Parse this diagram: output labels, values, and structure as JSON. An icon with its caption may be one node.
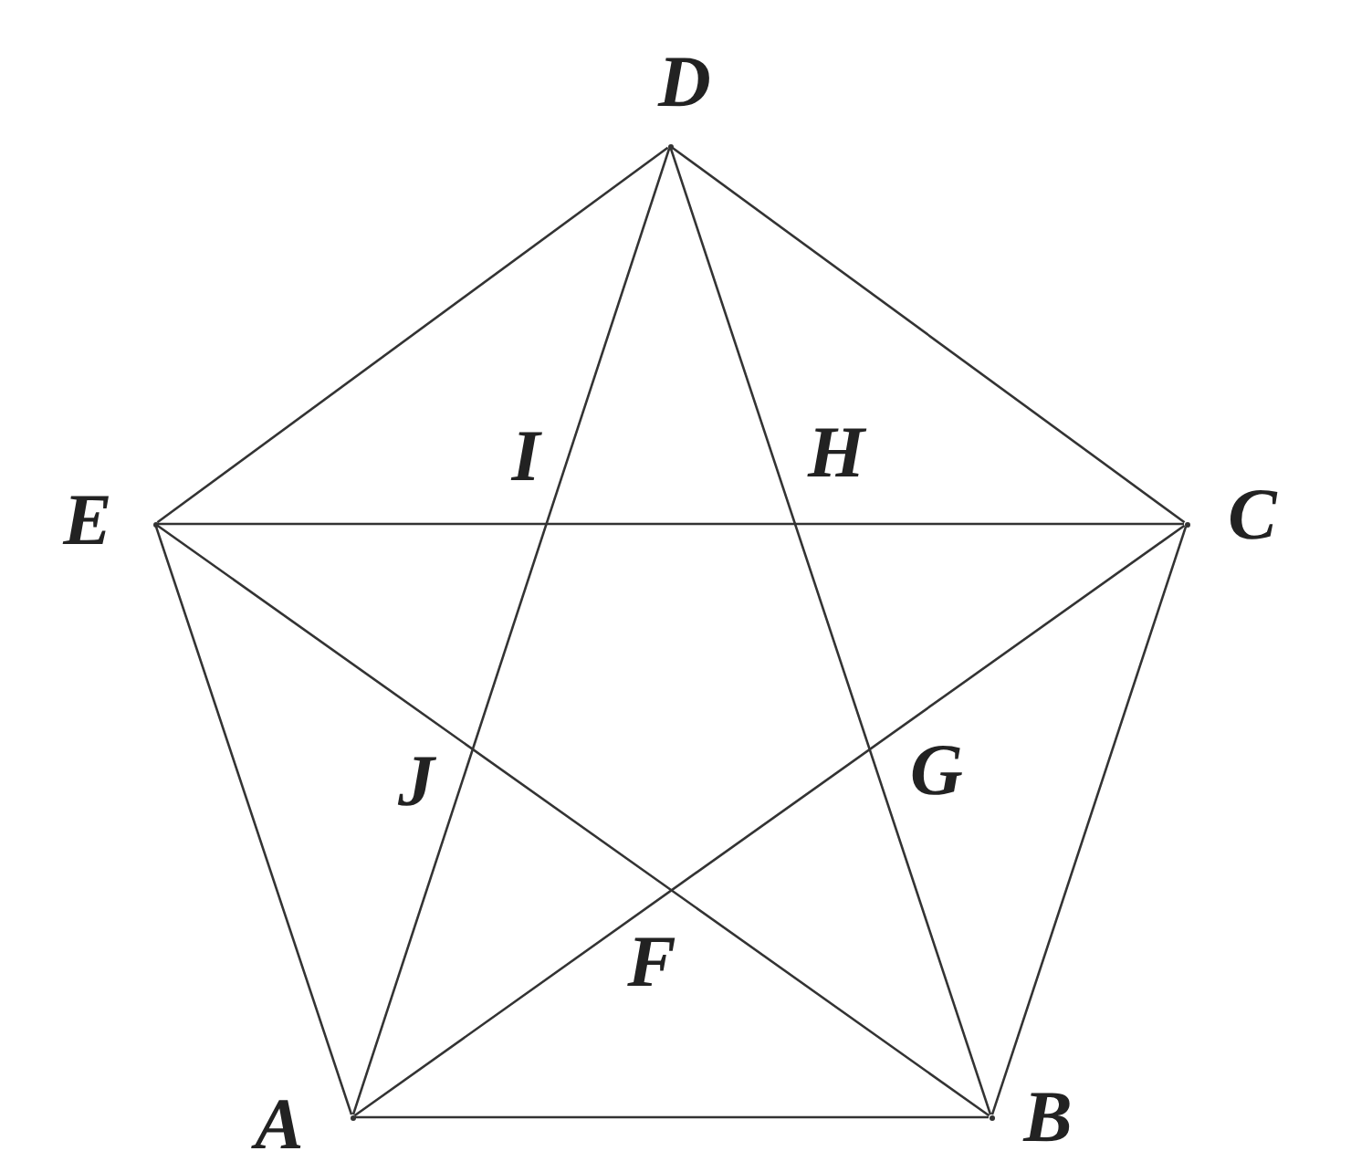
{
  "diagram": {
    "nodes": [
      {
        "text": [],
        "shape": "point",
        "beside": [
          "D"
        ]
      },
      {
        "text": [],
        "shape": "point",
        "beside": [
          "E"
        ]
      },
      {
        "text": [],
        "shape": "point",
        "beside": [
          "C"
        ]
      },
      {
        "text": [],
        "shape": "point",
        "beside": [
          "A"
        ]
      },
      {
        "text": [],
        "shape": "point",
        "beside": [
          "B"
        ]
      }
    ],
    "edges": [
      {
        "from": 0,
        "to": 1,
        "arrow": "none"
      },
      {
        "from": 0,
        "to": 2,
        "arrow": "none"
      },
      {
        "from": 1,
        "to": 2,
        "arrow": "none"
      },
      {
        "from": 1,
        "to": 3,
        "arrow": "none"
      },
      {
        "from": 1,
        "to": 4,
        "arrow": "none"
      },
      {
        "from": 0,
        "to": 3,
        "arrow": "none"
      },
      {
        "from": 0,
        "to": 4,
        "arrow": "none"
      },
      {
        "from": 2,
        "to": 3,
        "arrow": "none"
      },
      {
        "from": 2,
        "to": 4,
        "arrow": "none"
      },
      {
        "from": 3,
        "to": 4,
        "arrow": "none"
      }
    ],
    "labels": [
      "I",
      "H",
      "J",
      "G",
      "F"
    ]
  }
}
